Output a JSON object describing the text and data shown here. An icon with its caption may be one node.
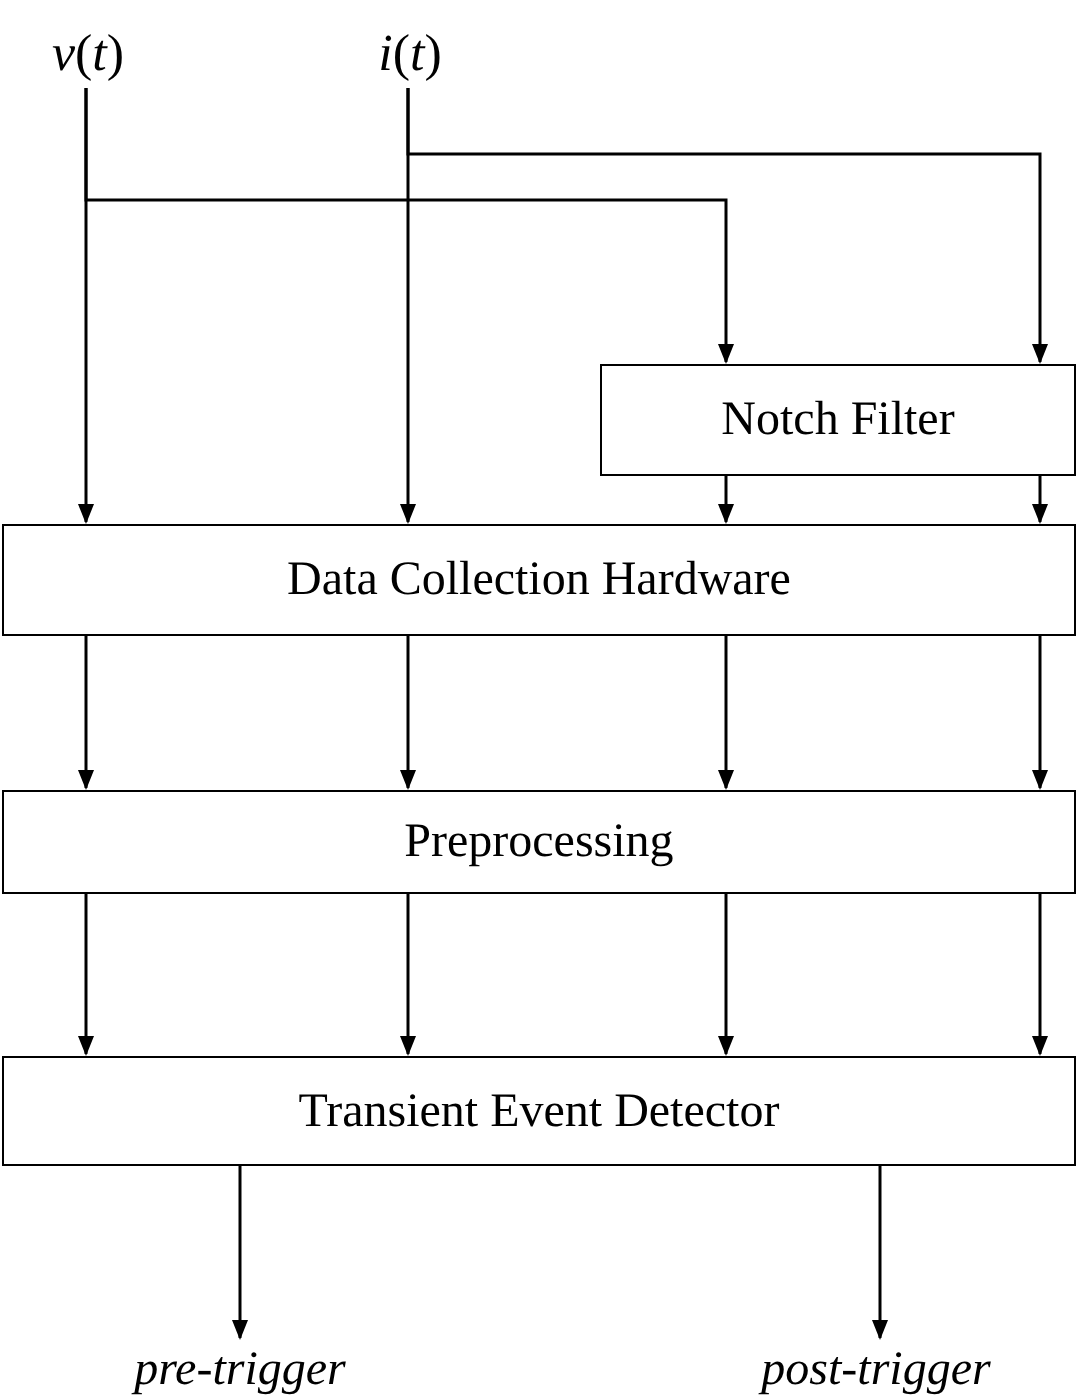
{
  "diagram": {
    "nodes": [
      {
        "text": [
          "*v*(*t*)"
        ]
      },
      {
        "text": [
          "*i*(*t*)"
        ]
      },
      {
        "text": [
          "Notch Filter"
        ]
      },
      {
        "text": [
          "Data Collection Hardware"
        ]
      },
      {
        "text": [
          "Preprocessing"
        ]
      },
      {
        "text": [
          "Transient Event Detector"
        ]
      },
      {
        "text": [
          "pre-trigger"
        ]
      },
      {
        "text": [
          "post-trigger"
        ]
      }
    ],
    "edges": [
      {
        "from": 0,
        "to": 3,
        "arrow": "to"
      },
      {
        "from": 0,
        "to": 2,
        "arrow": "to"
      },
      {
        "from": 1,
        "to": 3,
        "arrow": "to"
      },
      {
        "from": 1,
        "to": 2,
        "arrow": "to"
      },
      {
        "from": 2,
        "to": 3,
        "arrow": "to"
      },
      {
        "from": 2,
        "to": 3,
        "arrow": "to"
      },
      {
        "from": 3,
        "to": 4,
        "arrow": "to"
      },
      {
        "from": 3,
        "to": 4,
        "arrow": "to"
      },
      {
        "from": 3,
        "to": 4,
        "arrow": "to"
      },
      {
        "from": 3,
        "to": 4,
        "arrow": "to"
      },
      {
        "from": 4,
        "to": 5,
        "arrow": "to"
      },
      {
        "from": 4,
        "to": 5,
        "arrow": "to"
      },
      {
        "from": 4,
        "to": 5,
        "arrow": "to"
      },
      {
        "from": 4,
        "to": 5,
        "arrow": "to"
      },
      {
        "from": 5,
        "to": 6,
        "arrow": "to"
      },
      {
        "from": 5,
        "to": 7,
        "arrow": "to"
      }
    ]
  }
}
